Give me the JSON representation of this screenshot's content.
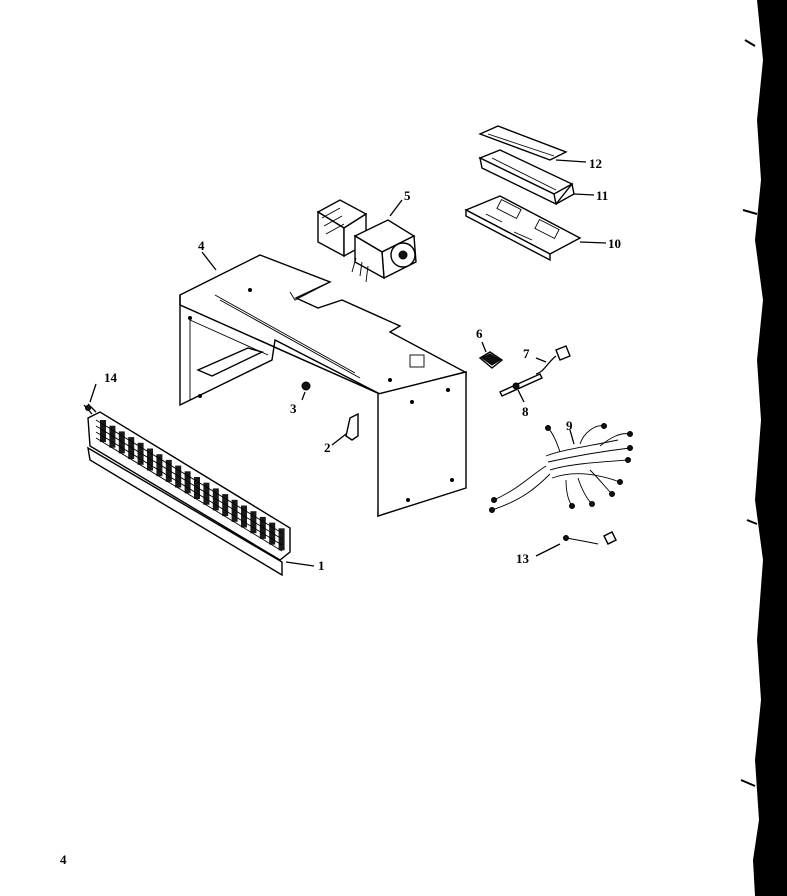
{
  "page_number": "4",
  "callouts": [
    "1",
    "2",
    "3",
    "4",
    "5",
    "6",
    "7",
    "8",
    "9",
    "10",
    "11",
    "12",
    "13",
    "14"
  ]
}
